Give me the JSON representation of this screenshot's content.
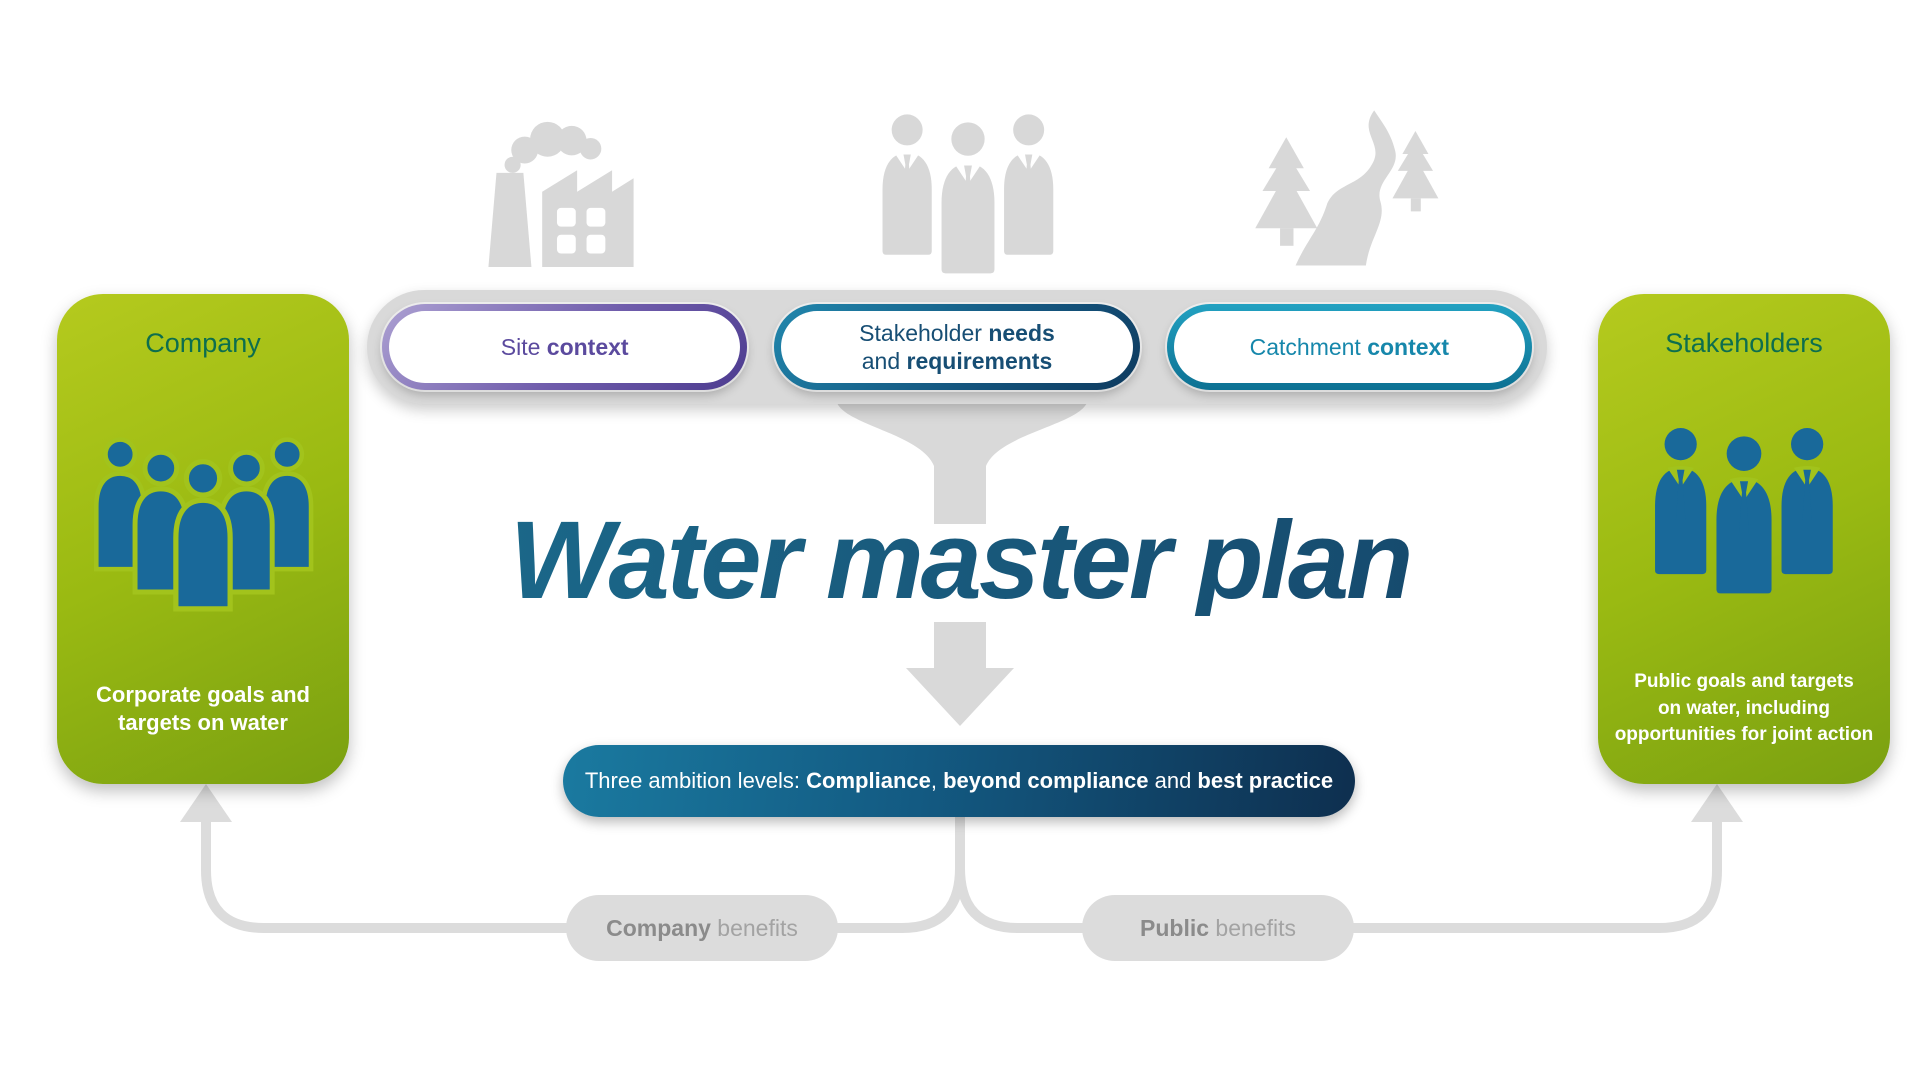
{
  "diagram": {
    "title": "Water master plan"
  },
  "top_icons": {
    "factory": "factory-icon",
    "people": "stakeholder-people-icon",
    "catchment": "catchment-trees-river-icon"
  },
  "context_bar": {
    "site": {
      "regular": "Site ",
      "bold": "context"
    },
    "stakeholder": {
      "line1_regular": "Stakeholder ",
      "line1_bold": "needs",
      "line2_regular": "and ",
      "line2_bold": "requirements"
    },
    "catchment": {
      "regular": "Catchment ",
      "bold": "context"
    }
  },
  "company_box": {
    "heading": "Company",
    "body": "Corporate goals and\ntargets on water"
  },
  "stakeholders_box": {
    "heading": "Stakeholders",
    "body": "Public goals and targets\non water, including\nopportunities for joint action"
  },
  "ambition_pill": {
    "s1": "Three ambition levels: ",
    "s2": "Compliance",
    "s3": ", ",
    "s4": "beyond compliance",
    "s5": " and ",
    "s6": "best practice"
  },
  "benefits": {
    "company": {
      "bold": "Company",
      "regular": " benefits"
    },
    "public": {
      "bold": "Public",
      "regular": " benefits"
    }
  },
  "colors": {
    "green_box_top": "#b5ca1e",
    "green_box_bottom": "#7aa011",
    "heading_green": "#0d6e4e",
    "person_blue": "#19699a",
    "purple_accent": "#5b4a9e",
    "navy_accent": "#0e3a5e",
    "teal_accent": "#1687ab",
    "title_teal": "#1d7495",
    "title_navy": "#143e62",
    "gray_bar": "#d9d9d9",
    "gray_line": "#dcdcdc",
    "gray_icon": "#d8d8d8"
  }
}
